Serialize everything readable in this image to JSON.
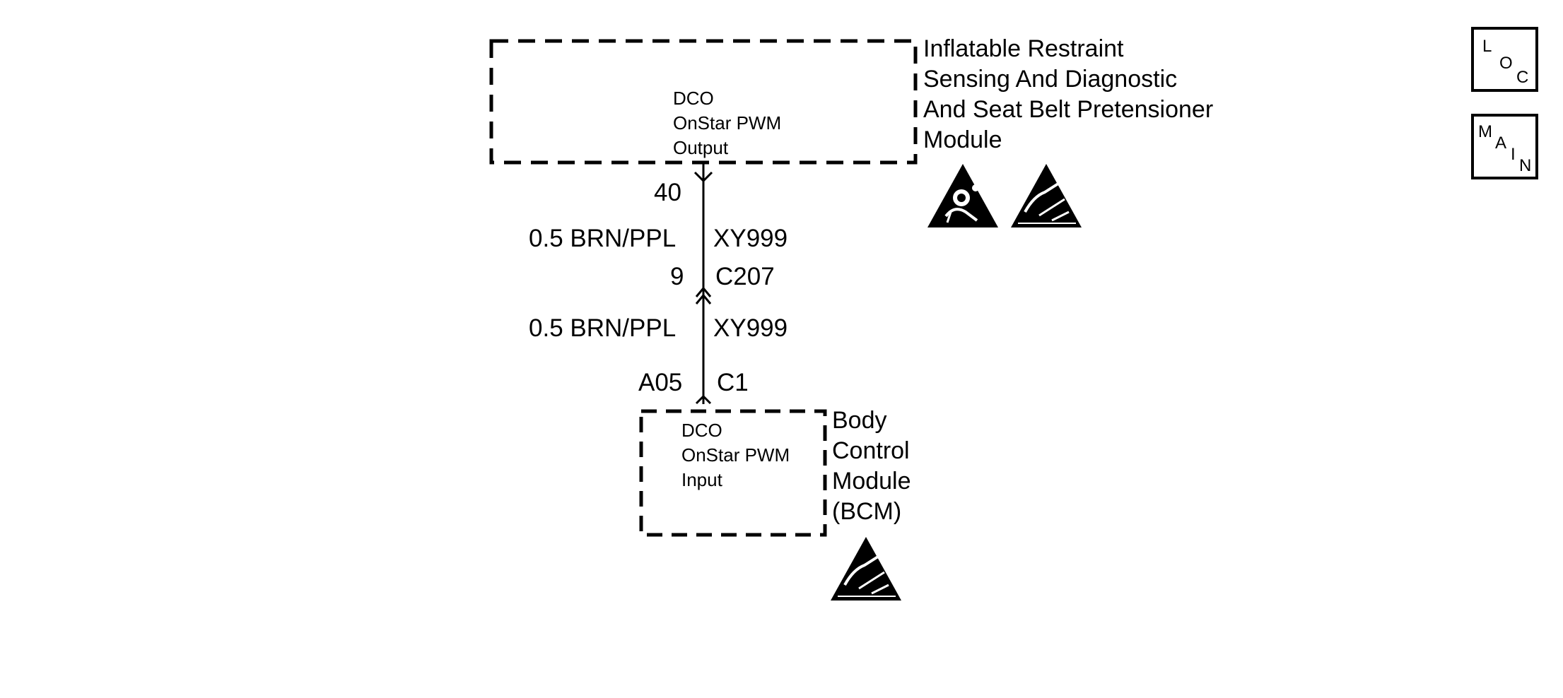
{
  "upper_module": {
    "name_lines": [
      "Inflatable Restraint",
      "Sensing And Diagnostic",
      "And Seat Belt Pretensioner",
      "Module"
    ],
    "circuit_lines": [
      "DCO",
      "OnStar PWM",
      "Output"
    ],
    "pin": "40",
    "symbols": [
      "airbag-warning-icon",
      "esd-sensitive-icon"
    ]
  },
  "wire_segment_1": {
    "gauge_color": "0.5 BRN/PPL",
    "circuit_id": "XY999"
  },
  "inline_connector": {
    "pin": "9",
    "name": "C207"
  },
  "wire_segment_2": {
    "gauge_color": "0.5 BRN/PPL",
    "circuit_id": "XY999"
  },
  "lower_connector": {
    "pin": "A05",
    "name": "C1"
  },
  "lower_module": {
    "name_lines": [
      "Body",
      "Control",
      "Module",
      "(BCM)"
    ],
    "circuit_lines": [
      "DCO",
      "OnStar PWM",
      "Input"
    ],
    "symbols": [
      "esd-sensitive-icon"
    ]
  },
  "nav_buttons": {
    "loc": {
      "letters": [
        "L",
        "O",
        "C"
      ]
    },
    "main": {
      "letters": [
        "M",
        "A",
        "I",
        "N"
      ]
    }
  }
}
